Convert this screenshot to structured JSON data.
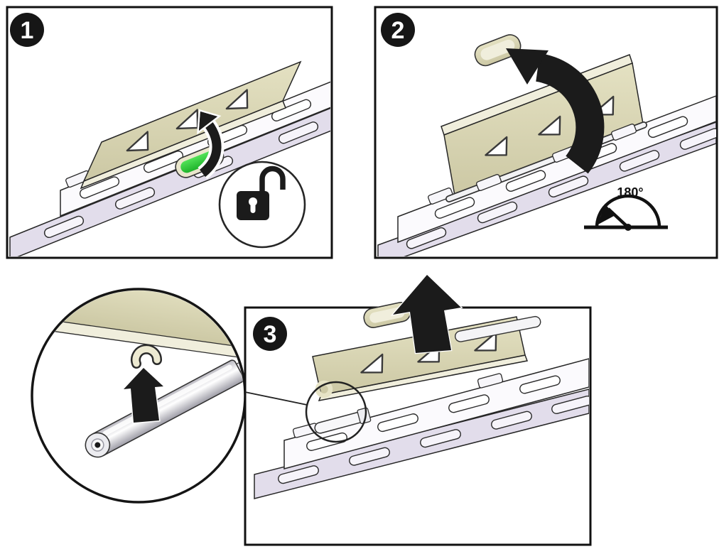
{
  "panels": [
    {
      "badge": "1",
      "icons": [
        "unlock-padlock-icon",
        "curved-lift-arrow-icon",
        "green-release-tab"
      ]
    },
    {
      "badge": "2",
      "rotation_label": "180°",
      "icons": [
        "rotate-up-arrow-icon",
        "angle-180-icon"
      ]
    },
    {
      "badge": "3",
      "icons": [
        "lift-up-arrow-icon",
        "zoom-callout-circle",
        "hinge-pin"
      ]
    }
  ],
  "detail_view": {
    "icons": [
      "lift-up-arrow-icon",
      "hinge-pin-cylinder",
      "flange-hinge-curl"
    ]
  },
  "colors": {
    "accent_green": "#2FCE3C",
    "flange_tan": "#D7D3AE",
    "flange_tan_light": "#F0EEDC",
    "rail_lavender": "#E2DDEB",
    "ink": "#1b1b1b"
  }
}
